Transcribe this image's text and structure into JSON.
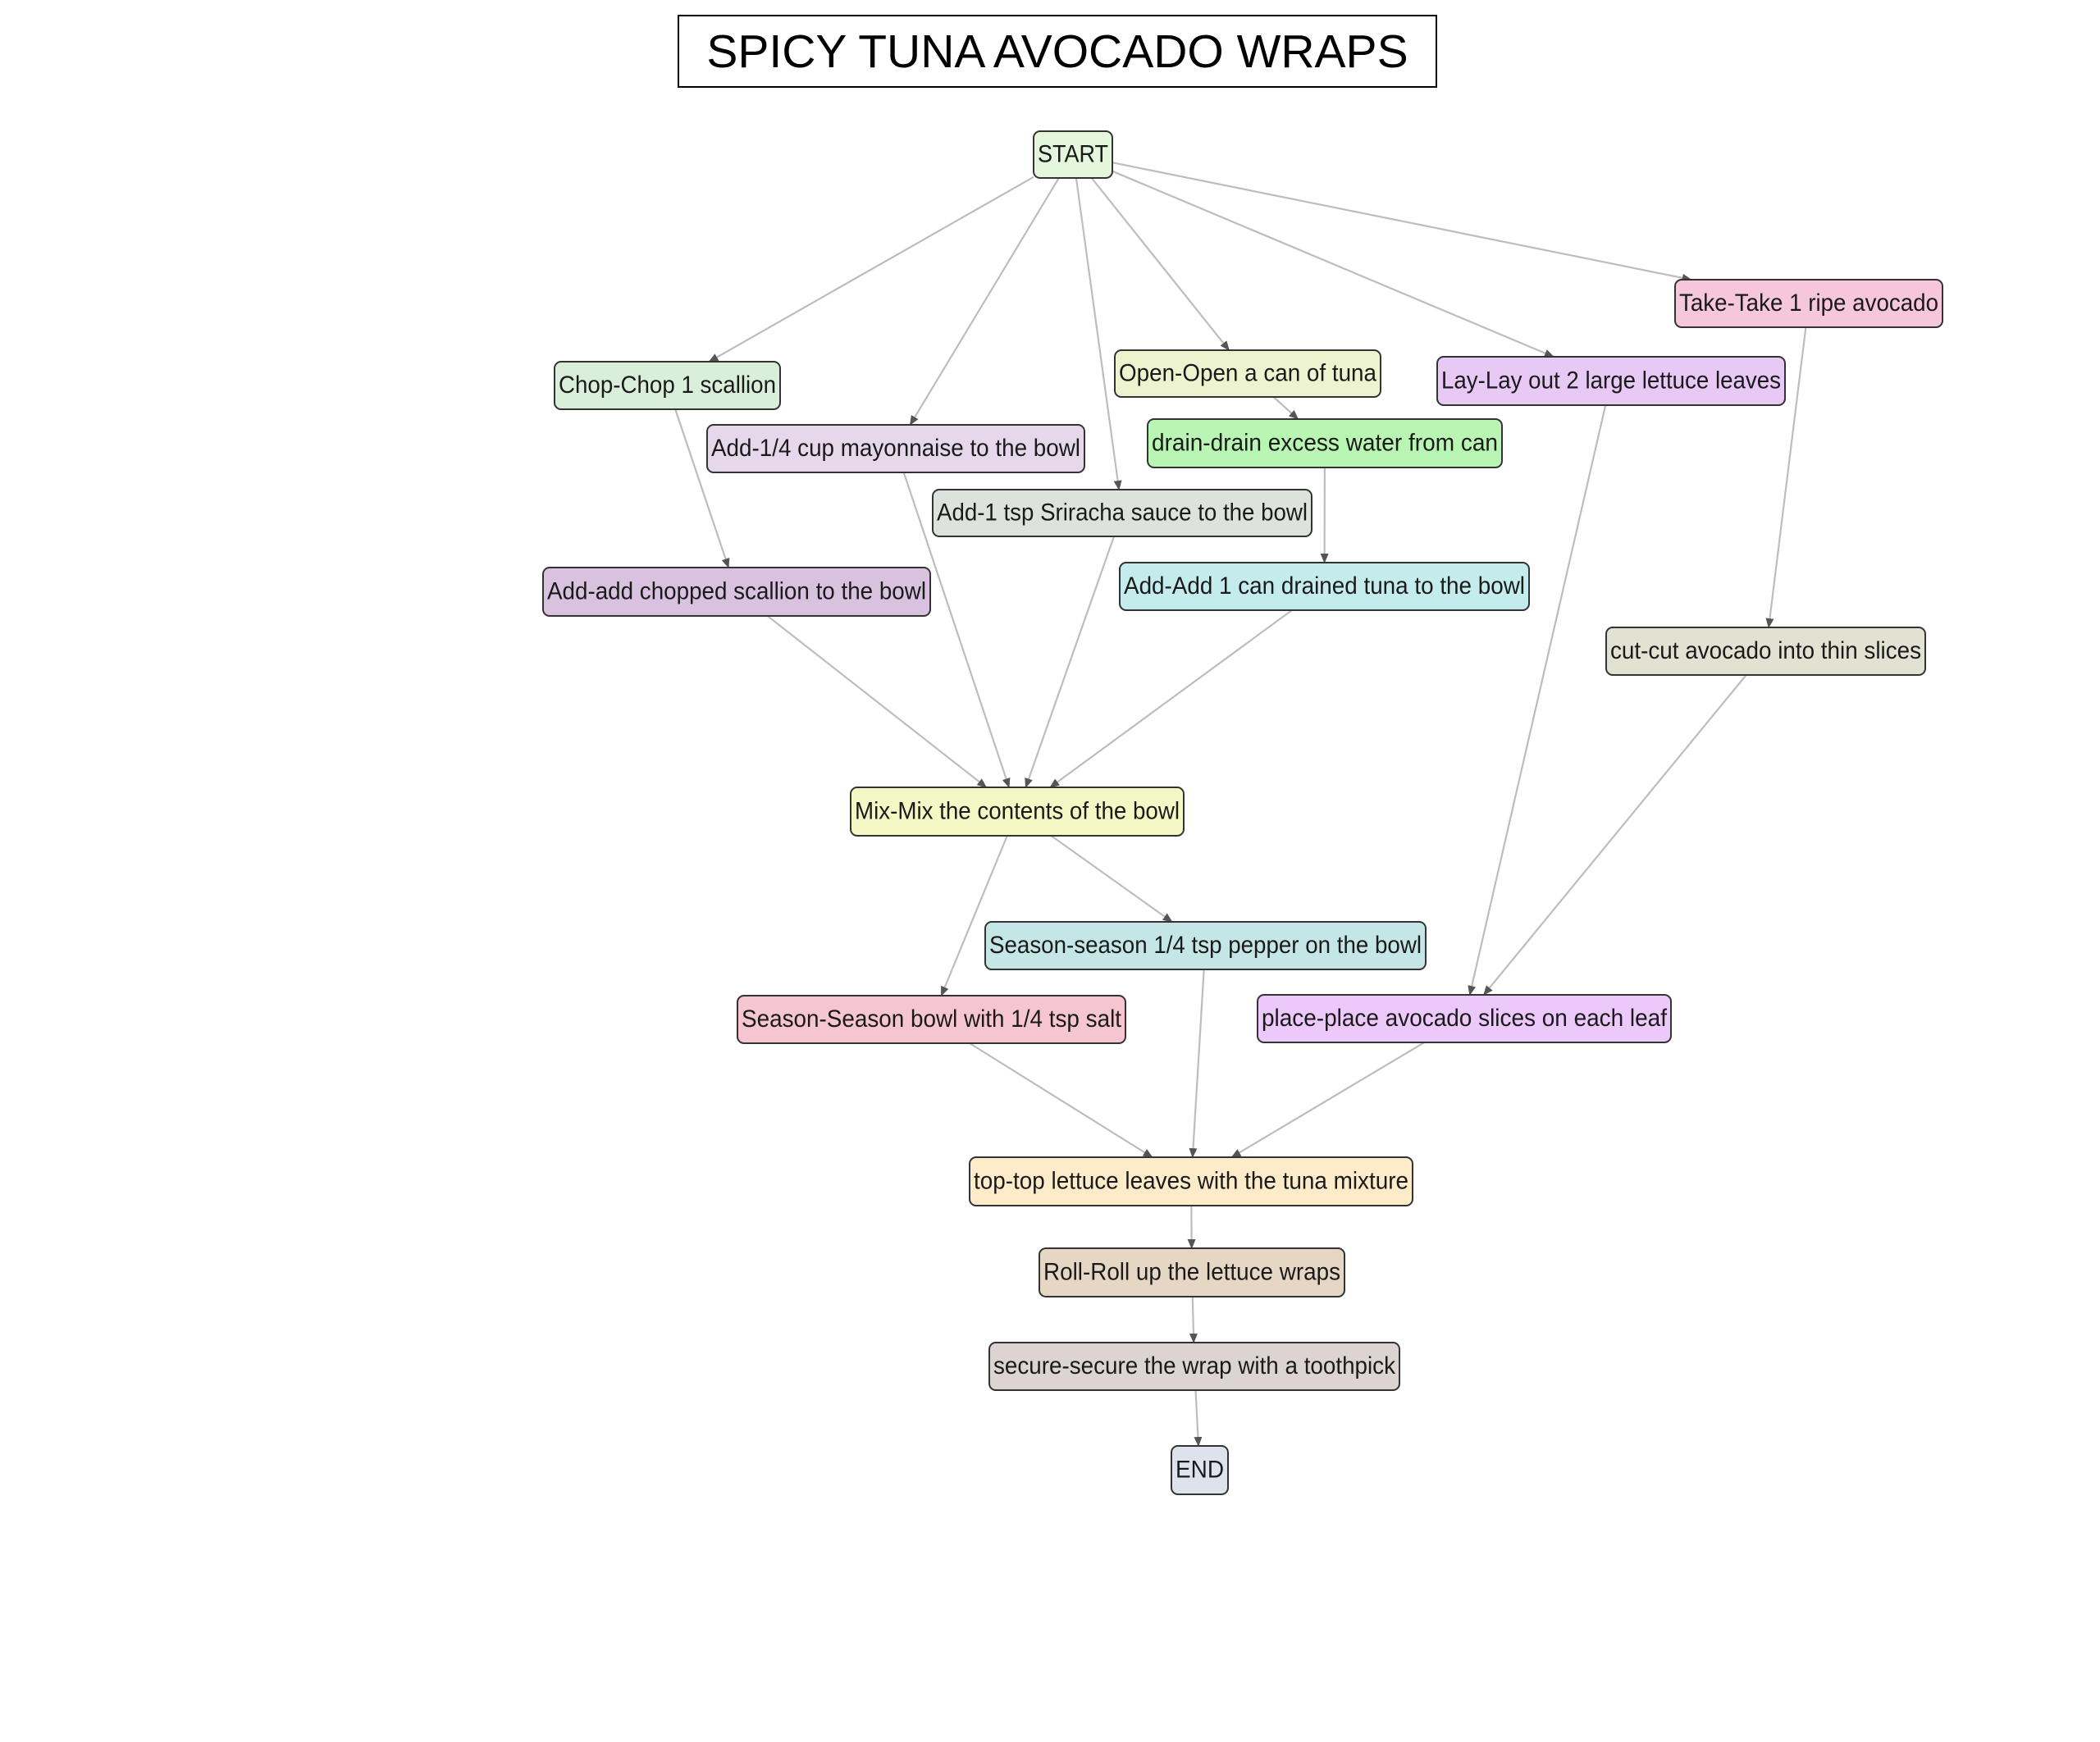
{
  "title": "SPICY TUNA AVOCADO WRAPS",
  "colors": {
    "edge": "#bdbdbd",
    "node_border": "#333333",
    "arrowhead": "#555555"
  },
  "nodes": [
    {
      "id": "start",
      "label": "START",
      "color": "#e4f7dc"
    },
    {
      "id": "chop",
      "label": "Chop-Chop 1 scallion",
      "color": "#d9efd9"
    },
    {
      "id": "mayo",
      "label": "Add-1/4 cup mayonnaise to the bowl",
      "color": "#e6d8ea"
    },
    {
      "id": "sriracha",
      "label": "Add-1 tsp Sriracha sauce to the bowl",
      "color": "#dde3dc"
    },
    {
      "id": "open",
      "label": "Open-Open a can of tuna",
      "color": "#eef3cf"
    },
    {
      "id": "drain",
      "label": "drain-drain excess water from can",
      "color": "#b9f5b3"
    },
    {
      "id": "lay",
      "label": "Lay-Lay out 2 large lettuce leaves",
      "color": "#e8c8f5"
    },
    {
      "id": "take",
      "label": "Take-Take 1 ripe avocado",
      "color": "#f6c6da"
    },
    {
      "id": "addscallion",
      "label": "Add-add chopped scallion to the bowl",
      "color": "#d8c2df"
    },
    {
      "id": "addtuna",
      "label": "Add-Add 1 can drained tuna to the bowl",
      "color": "#c4ecec"
    },
    {
      "id": "cut",
      "label": "cut-cut avocado into thin slices",
      "color": "#e2e2d2"
    },
    {
      "id": "mix",
      "label": "Mix-Mix the contents of the bowl",
      "color": "#f4f8c4"
    },
    {
      "id": "pepper",
      "label": "Season-season 1/4 tsp pepper on the bowl",
      "color": "#c5e6e6"
    },
    {
      "id": "salt",
      "label": "Season-Season bowl with 1/4 tsp salt",
      "color": "#f5c6d2"
    },
    {
      "id": "place",
      "label": "place-place avocado slices on each leaf",
      "color": "#ecc8fb"
    },
    {
      "id": "top",
      "label": "top-top lettuce leaves with the tuna mixture",
      "color": "#fdebc9"
    },
    {
      "id": "roll",
      "label": "Roll-Roll up the lettuce wraps",
      "color": "#e6d7c4"
    },
    {
      "id": "secure",
      "label": "secure-secure the wrap with a toothpick",
      "color": "#dbd4d2"
    },
    {
      "id": "end",
      "label": "END",
      "color": "#dde2ec"
    }
  ],
  "edges": [
    {
      "from": "start",
      "to": "chop"
    },
    {
      "from": "start",
      "to": "mayo"
    },
    {
      "from": "start",
      "to": "sriracha"
    },
    {
      "from": "start",
      "to": "open"
    },
    {
      "from": "start",
      "to": "lay"
    },
    {
      "from": "start",
      "to": "take"
    },
    {
      "from": "chop",
      "to": "addscallion"
    },
    {
      "from": "open",
      "to": "drain"
    },
    {
      "from": "drain",
      "to": "addtuna"
    },
    {
      "from": "take",
      "to": "cut"
    },
    {
      "from": "addscallion",
      "to": "mix"
    },
    {
      "from": "mayo",
      "to": "mix"
    },
    {
      "from": "sriracha",
      "to": "mix"
    },
    {
      "from": "addtuna",
      "to": "mix"
    },
    {
      "from": "mix",
      "to": "salt"
    },
    {
      "from": "mix",
      "to": "pepper"
    },
    {
      "from": "lay",
      "to": "place"
    },
    {
      "from": "cut",
      "to": "place"
    },
    {
      "from": "salt",
      "to": "top"
    },
    {
      "from": "pepper",
      "to": "top"
    },
    {
      "from": "place",
      "to": "top"
    },
    {
      "from": "top",
      "to": "roll"
    },
    {
      "from": "roll",
      "to": "secure"
    },
    {
      "from": "secure",
      "to": "end"
    }
  ]
}
